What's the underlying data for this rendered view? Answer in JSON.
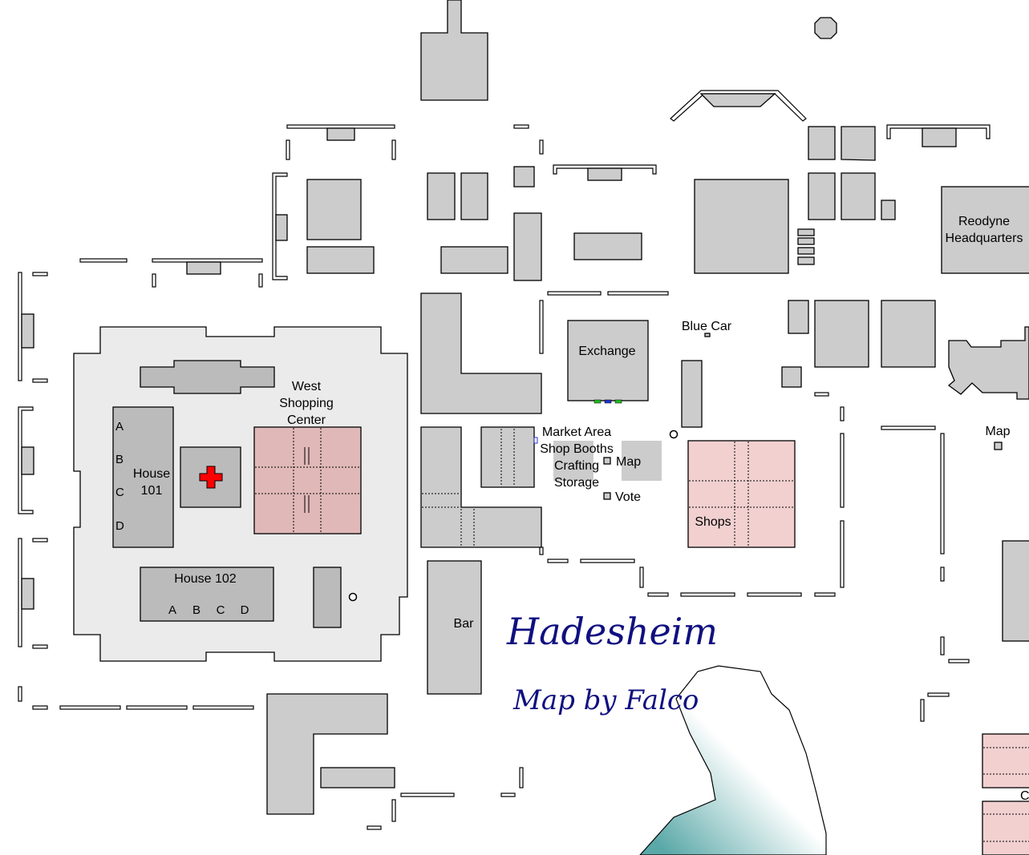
{
  "map": {
    "title": "Hadesheim",
    "credit": "Map by Falco",
    "labels": {
      "west_shopping_1": "West",
      "west_shopping_2": "Shopping",
      "west_shopping_3": "Center",
      "house101_1": "House",
      "house101_2": "101",
      "house102": "House 102",
      "letter_a": "A",
      "letter_b": "B",
      "letter_c": "C",
      "letter_d": "D",
      "exchange": "Exchange",
      "blue_car": "Blue Car",
      "market_area": "Market Area",
      "shop_booths": "Shop Booths",
      "crafting": "Crafting",
      "storage": "Storage",
      "map_center": "Map",
      "vote": "Vote",
      "shops": "Shops",
      "bar": "Bar",
      "reodyne_1": "Reodyne",
      "reodyne_2": "Headquarters",
      "map_east": "Map",
      "edge_c": "C"
    },
    "colors": {
      "building": "#cccccc",
      "district": "#ebebeb",
      "shop": "#f2d0d0",
      "title": "#101080",
      "water": "#5aa8a8",
      "medical_cross": "#ff0000"
    },
    "icons": [
      "medical-cross-icon"
    ]
  }
}
